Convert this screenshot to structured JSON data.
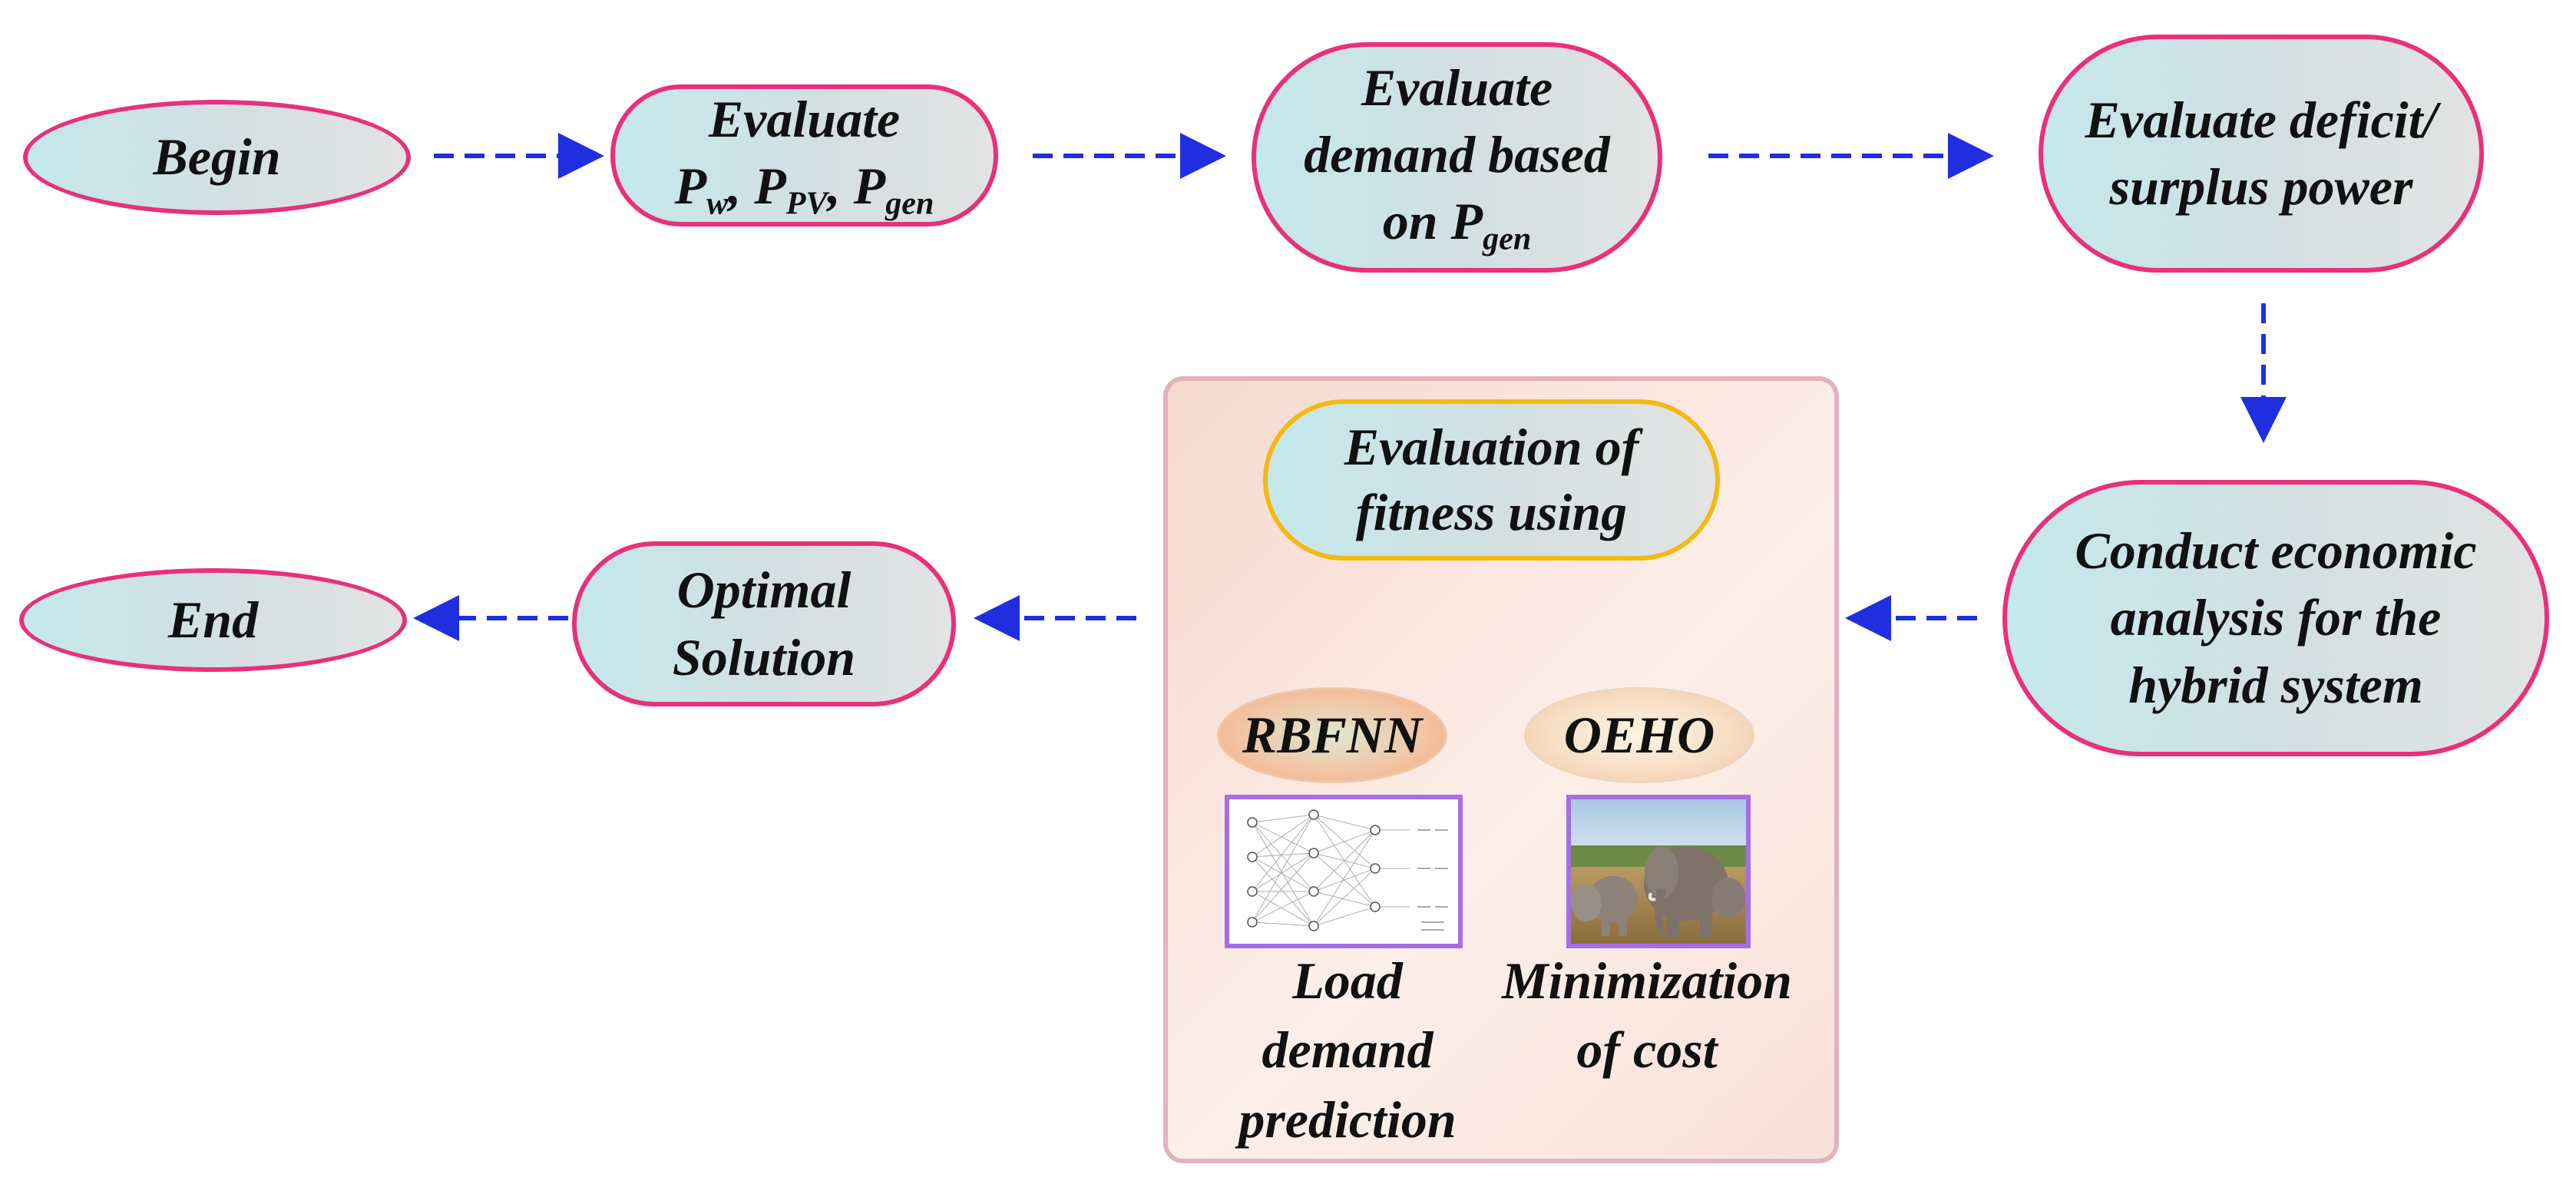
{
  "nodes": {
    "begin": "Begin",
    "evaluate_power": {
      "line1": "Evaluate",
      "p_w": "P",
      "p_w_sub": "w",
      "p_pv": "P",
      "p_pv_sub": "PV",
      "p_gen": "P",
      "p_gen_sub": "gen"
    },
    "evaluate_demand": {
      "line1": "Evaluate",
      "line2": "demand based",
      "line3_prefix": "on P",
      "line3_sub": "gen"
    },
    "deficit_surplus": {
      "line1": "Evaluate deficit/",
      "line2": "surplus power"
    },
    "economic_analysis": {
      "line1": "Conduct economic",
      "line2": "analysis for the",
      "line3": "hybrid system"
    },
    "fitness": {
      "line1": "Evaluation of",
      "line2": "fitness using"
    },
    "rbfnn": "RBFNN",
    "oeho": "OEHO",
    "load_caption": [
      "Load",
      "demand",
      "prediction"
    ],
    "cost_caption": [
      "Minimization",
      "of cost"
    ],
    "optimal_solution": {
      "line1": "Optimal",
      "line2": "Solution"
    },
    "end": "End"
  },
  "icons": {
    "neural_network": "neural-network-diagram-icon",
    "elephants": "elephant-herd-photo-icon"
  },
  "colors": {
    "node_border": "#e8317a",
    "fitness_border": "#f4b914",
    "arrow_blue": "#1f2fe0",
    "thumb_border": "#a46ee6",
    "container_border": "#e4b1bf"
  }
}
